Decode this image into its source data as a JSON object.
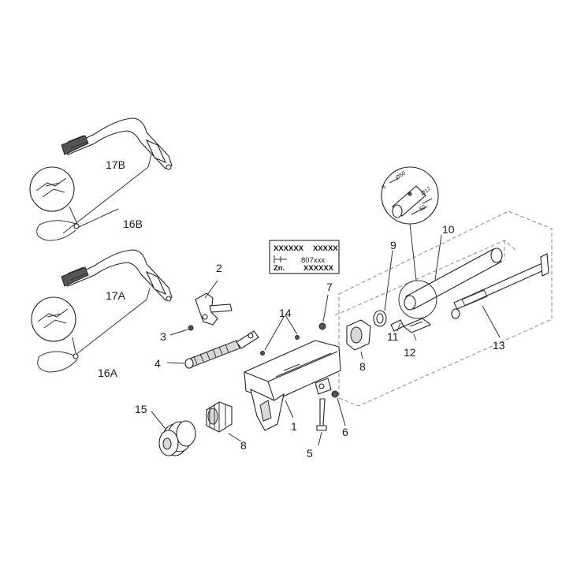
{
  "labels": {
    "p1": "1",
    "p2": "2",
    "p3": "3",
    "p4": "4",
    "p5": "5",
    "p6": "6",
    "p7": "7",
    "p8a": "8",
    "p8b": "8",
    "p9": "9",
    "p10": "10",
    "p11": "11",
    "p12": "12",
    "p13": "13",
    "p14": "14",
    "p15": "15",
    "p16a": "16A",
    "p16b": "16B",
    "p17a": "17A",
    "p17b": "17B"
  },
  "plate": {
    "row1_left": "XXXXXX",
    "row1_right": "XXXXX",
    "row2_value": "807xxx",
    "row3_left": "Zn.",
    "row3_right": "XXXXXX"
  },
  "detail": {
    "dim_50a": "Ø50",
    "dim_12": "Ø12",
    "dim_50b": "50",
    "dim_5": "5"
  },
  "colors": {
    "line": "#222222",
    "dashed": "#8a8a8a",
    "fill_gray": "#d9d9d9"
  }
}
